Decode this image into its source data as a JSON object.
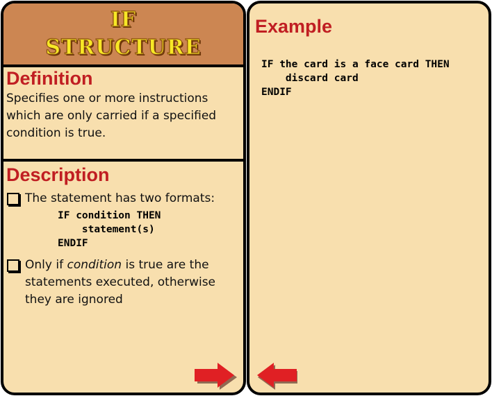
{
  "title": {
    "line1": "IF",
    "line2": "STRUCTURE"
  },
  "definition": {
    "heading": "Definition",
    "text": "Specifies one or more instructions which are only carried if a specified condition is true."
  },
  "description": {
    "heading": "Description",
    "bullet1": "The statement has two formats:",
    "code": "IF condition THEN\n    statement(s)\nENDIF",
    "bullet2_pre": "Only if ",
    "bullet2_em": "condition",
    "bullet2_post": " is true are the statements executed, otherwise they are ignored"
  },
  "example": {
    "heading": "Example",
    "code": "IF the card is a face card THEN\n    discard card\nENDIF"
  },
  "nav": {
    "next_icon": "arrow-right-icon",
    "prev_icon": "arrow-left-icon"
  },
  "colors": {
    "card_bg": "#f8dfae",
    "title_band": "#cc8652",
    "title_text": "#f7e826",
    "heading": "#c01e22",
    "arrow": "#e02024"
  }
}
